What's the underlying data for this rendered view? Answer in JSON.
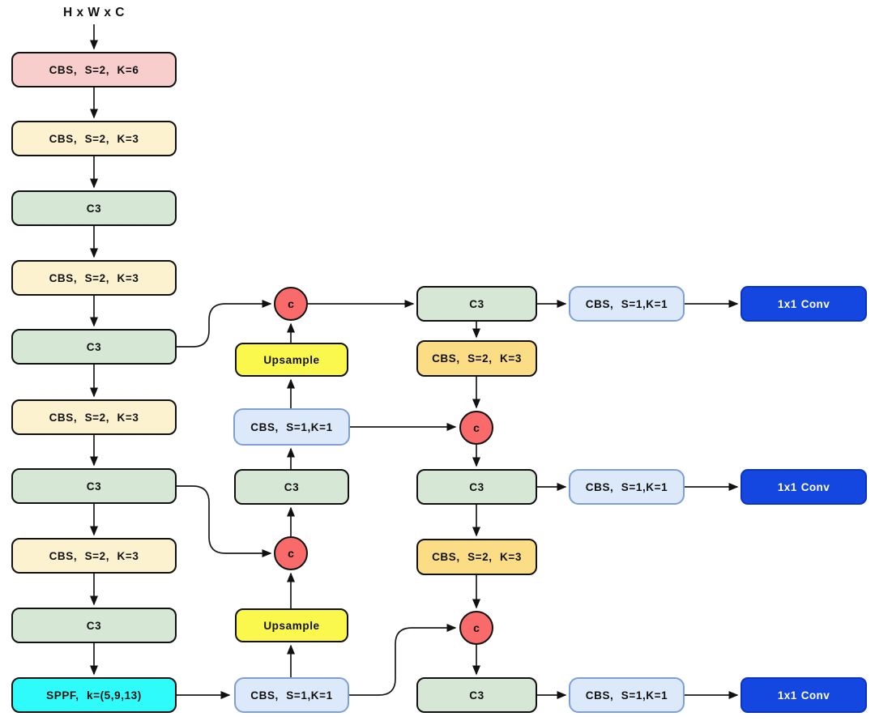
{
  "title": "H x W x C",
  "concat_label": "c",
  "nodes": {
    "b1": "CBS, S=2, K=6",
    "b2": "CBS, S=2, K=3",
    "b3": "C3",
    "b4": "CBS, S=2, K=3",
    "b5": "C3",
    "b6": "CBS, S=2, K=3",
    "b7": "C3",
    "b8": "CBS, S=2, K=3",
    "b9": "C3",
    "b10": "SPPF, k=(5,9,13)",
    "n1": "CBS, S=1,K=1",
    "n2": "Upsample",
    "n3": "C3",
    "n4": "CBS, S=1,K=1",
    "n5": "Upsample",
    "h1": "C3",
    "h2": "CBS, S=2, K=3",
    "h3": "C3",
    "h4": "CBS, S=2, K=3",
    "h5": "C3",
    "f1": "CBS, S=1,K=1",
    "f2": "1x1 Conv",
    "f3": "CBS, S=1,K=1",
    "f4": "1x1 Conv",
    "f5": "CBS, S=1,K=1",
    "f6": "1x1 Conv"
  },
  "colors": {
    "cbs_stem": "#F8CECC",
    "cbs_backbone": "#FDF2CF",
    "c3": "#D6E8D5",
    "cbs_head_stride2": "#FBDD86",
    "sppf": "#30FBFB",
    "upsample": "#FAF74D",
    "cbs_1x1_fill": "#DCE9FB",
    "cbs_1x1_border": "#7E9FD4",
    "conv_output": "#1447E0",
    "concat_node": "#F96B6B",
    "edge": "#1a1a1a"
  }
}
